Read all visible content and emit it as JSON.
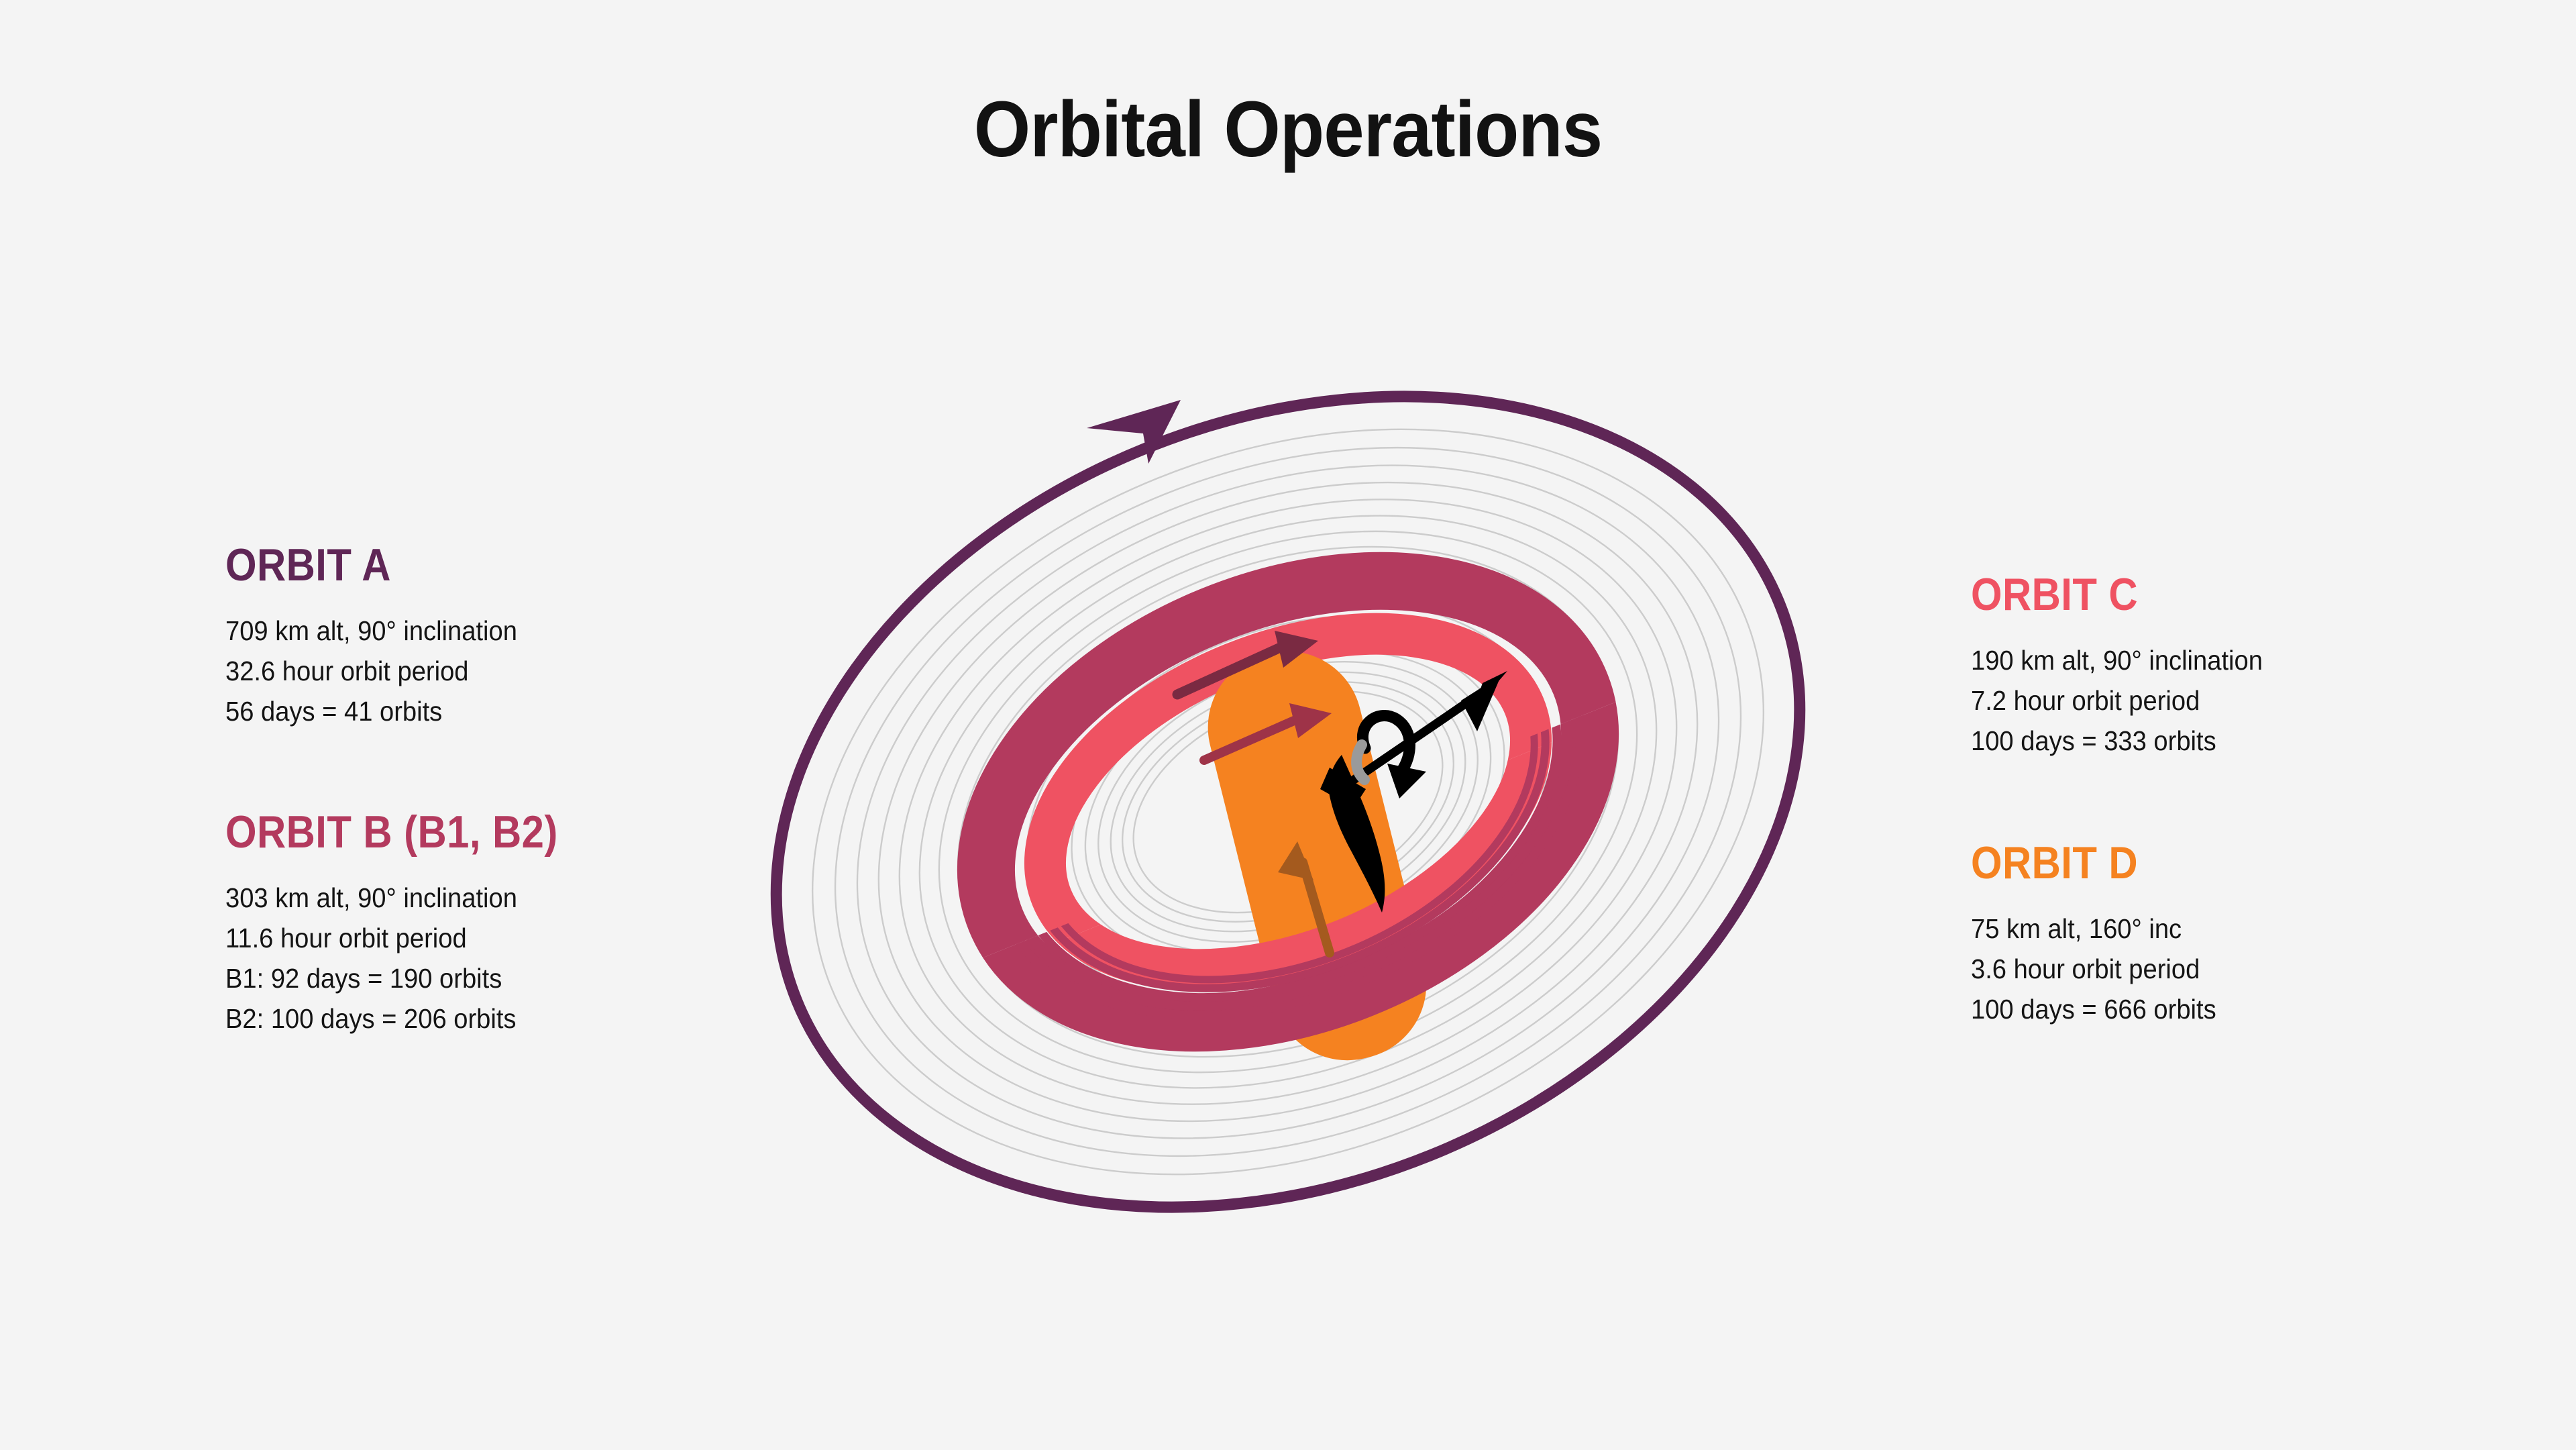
{
  "title": "Orbital Operations",
  "background_color": "#f4f4f4",
  "palette": {
    "orbit_a": "#5f2656",
    "orbit_b": "#b33a5e",
    "orbit_c": "#ef5262",
    "orbit_d": "#f58220",
    "body_text": "#141414",
    "faint_ring": "#cccccc",
    "axis_arrow": "#000000",
    "flow_arrow_b": "#7a2a42",
    "flow_arrow_c": "#9e3348",
    "flow_arrow_d": "#a45a1e"
  },
  "orbits": [
    {
      "id": "a",
      "side": "left",
      "heading": "ORBIT A",
      "color": "#5f2656",
      "lines": [
        "709 km alt, 90° inclination",
        "32.6 hour orbit period",
        "56 days = 41 orbits"
      ],
      "altitude_km": 709,
      "inclination_deg": 90,
      "period_hours": 32.6,
      "duration_days": 56,
      "orbit_count": 41
    },
    {
      "id": "b",
      "side": "left",
      "heading": "ORBIT B (B1, B2)",
      "color": "#b33a5e",
      "lines": [
        "303 km alt, 90° inclination",
        "11.6 hour orbit period",
        "B1: 92 days = 190 orbits",
        "B2: 100 days = 206 orbits"
      ],
      "altitude_km": 303,
      "inclination_deg": 90,
      "period_hours": 11.6,
      "segments": [
        {
          "name": "B1",
          "duration_days": 92,
          "orbit_count": 190
        },
        {
          "name": "B2",
          "duration_days": 100,
          "orbit_count": 206
        }
      ]
    },
    {
      "id": "c",
      "side": "right",
      "heading": "ORBIT C",
      "color": "#ef5262",
      "lines": [
        "190 km alt, 90° inclination",
        "7.2 hour orbit period",
        "100 days = 333 orbits"
      ],
      "altitude_km": 190,
      "inclination_deg": 90,
      "period_hours": 7.2,
      "duration_days": 100,
      "orbit_count": 333
    },
    {
      "id": "d",
      "side": "right",
      "heading": "ORBIT D",
      "color": "#f58220",
      "lines": [
        "75 km alt, 160° inc",
        "3.6 hour orbit period",
        "100 days = 666 orbits"
      ],
      "altitude_km": 75,
      "inclination_deg": 160,
      "period_hours": 3.6,
      "duration_days": 100,
      "orbit_count": 666
    }
  ],
  "diagram": {
    "name": "orbit-diagram",
    "outer_ring_label": "orbit-a-ring",
    "faint_ring_count": 20,
    "elements": [
      "outer-purple-ellipse-with-direction-arrow",
      "faint-gray-concentric-ellipses",
      "crimson-orbit-b-band",
      "coral-orbit-c-band",
      "orange-orbit-d-band",
      "black-spin-axis-arrow",
      "rotation-curl-arrow",
      "body-silhouette"
    ]
  }
}
